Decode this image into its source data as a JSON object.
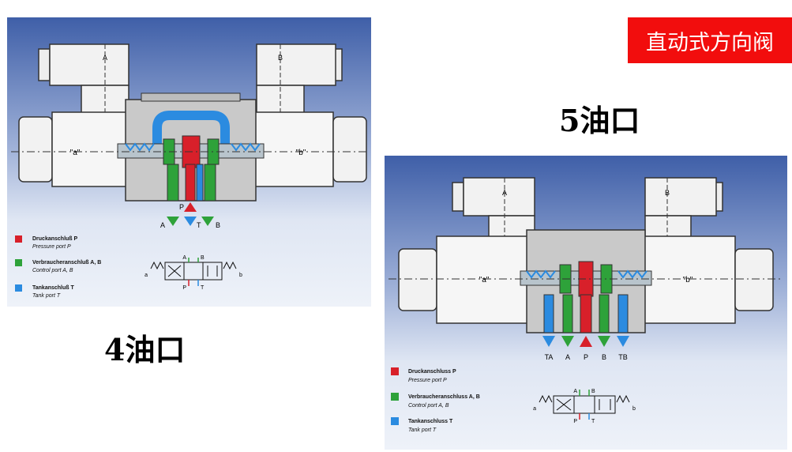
{
  "title": "直动式方向阀",
  "colors": {
    "pressure": "#d8202a",
    "control": "#2ea23a",
    "tank": "#2b8be0",
    "background_top": "#3f5fa8",
    "background_bottom": "#e9eef7",
    "title_bg": "#f20d0d"
  },
  "left_diagram": {
    "caption": "4油口",
    "solenoid_a": "A",
    "solenoid_b": "B",
    "side_a": "\"a\"",
    "side_b": "\"b\"",
    "port_p": "P",
    "port_a": "A",
    "port_t": "T",
    "port_b": "B",
    "legend": [
      {
        "name": "Druckanschluß P",
        "sub": "Pressure port P"
      },
      {
        "name": "Verbraucheranschluß A, B",
        "sub": "Control port A, B"
      },
      {
        "name": "Tankanschluß T",
        "sub": "Tank port T"
      }
    ],
    "symbol": {
      "a": "a",
      "b": "b",
      "A": "A",
      "B": "B",
      "P": "P",
      "T": "T"
    }
  },
  "right_diagram": {
    "caption": "5油口",
    "solenoid_a": "A",
    "solenoid_b": "B",
    "side_a": "\"a\"",
    "side_b": "\"b\"",
    "ports": [
      "TA",
      "A",
      "P",
      "B",
      "TB"
    ],
    "legend": [
      {
        "name": "Druckanschluss P",
        "sub": "Pressure port P"
      },
      {
        "name": "Verbraucheranschluss A, B",
        "sub": "Control port A, B"
      },
      {
        "name": "Tankanschluss T",
        "sub": "Tank port T"
      }
    ],
    "symbol": {
      "a": "a",
      "b": "b",
      "A": "A",
      "B": "B",
      "P": "P",
      "T": "T"
    }
  }
}
